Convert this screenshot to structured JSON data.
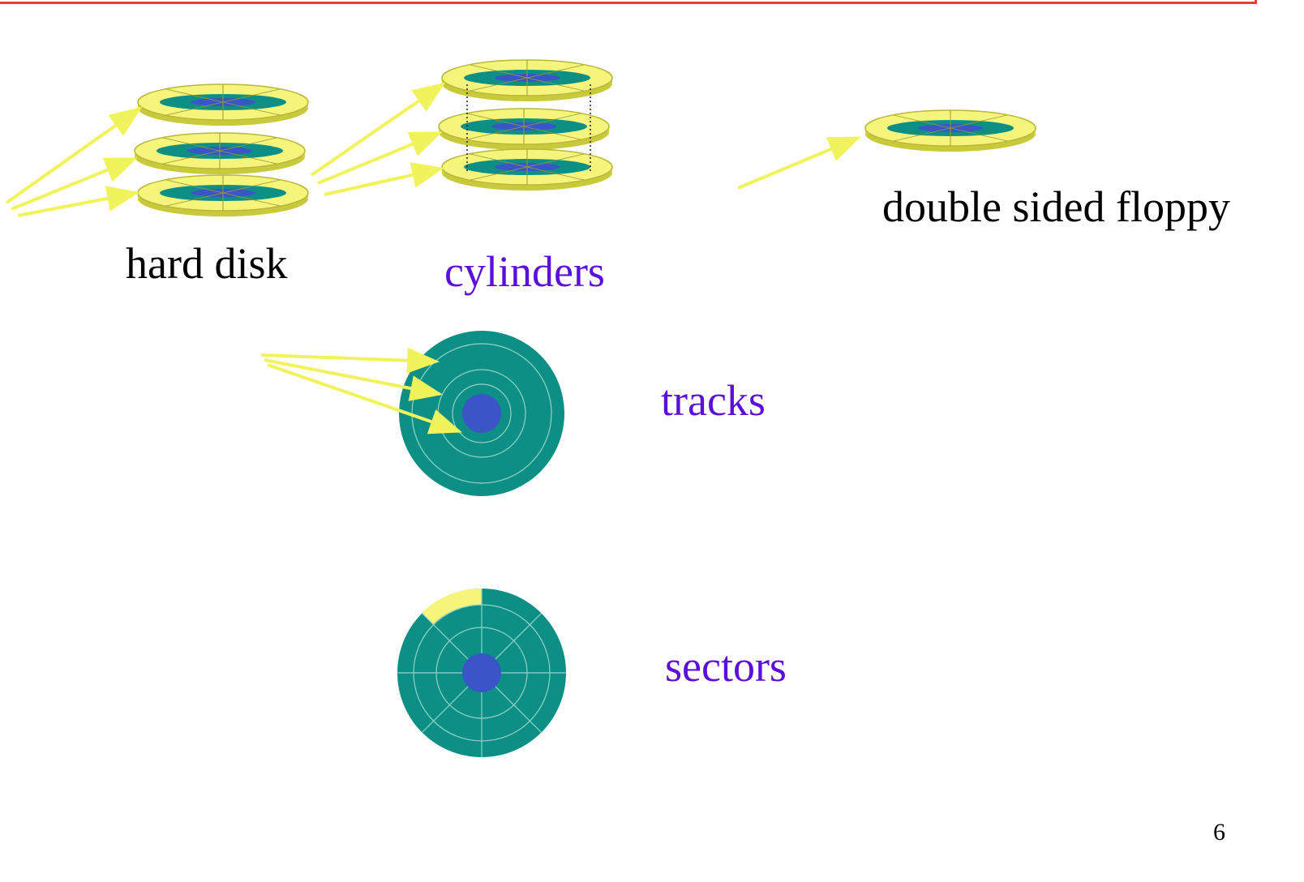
{
  "labels": {
    "hard_disk": "hard disk",
    "cylinders": "cylinders",
    "floppy": "double sided floppy",
    "tracks": "tracks",
    "sectors": "sectors"
  },
  "page_number": "6",
  "colors": {
    "platter_yellow": "#f4f57a",
    "platter_edge": "#c9c93c",
    "platter_teal": "#0d8f86",
    "hub_blue": "#3a55c8",
    "accent_purple": "#5a10d8",
    "arrow_yellow": "#f1f35c",
    "frame_red": "#e8402c"
  },
  "figure": {
    "hard_disk_platters": 3,
    "cylinder_platters": 3,
    "floppy_platters": 1,
    "track_rings": 3,
    "sector_count": 8
  }
}
